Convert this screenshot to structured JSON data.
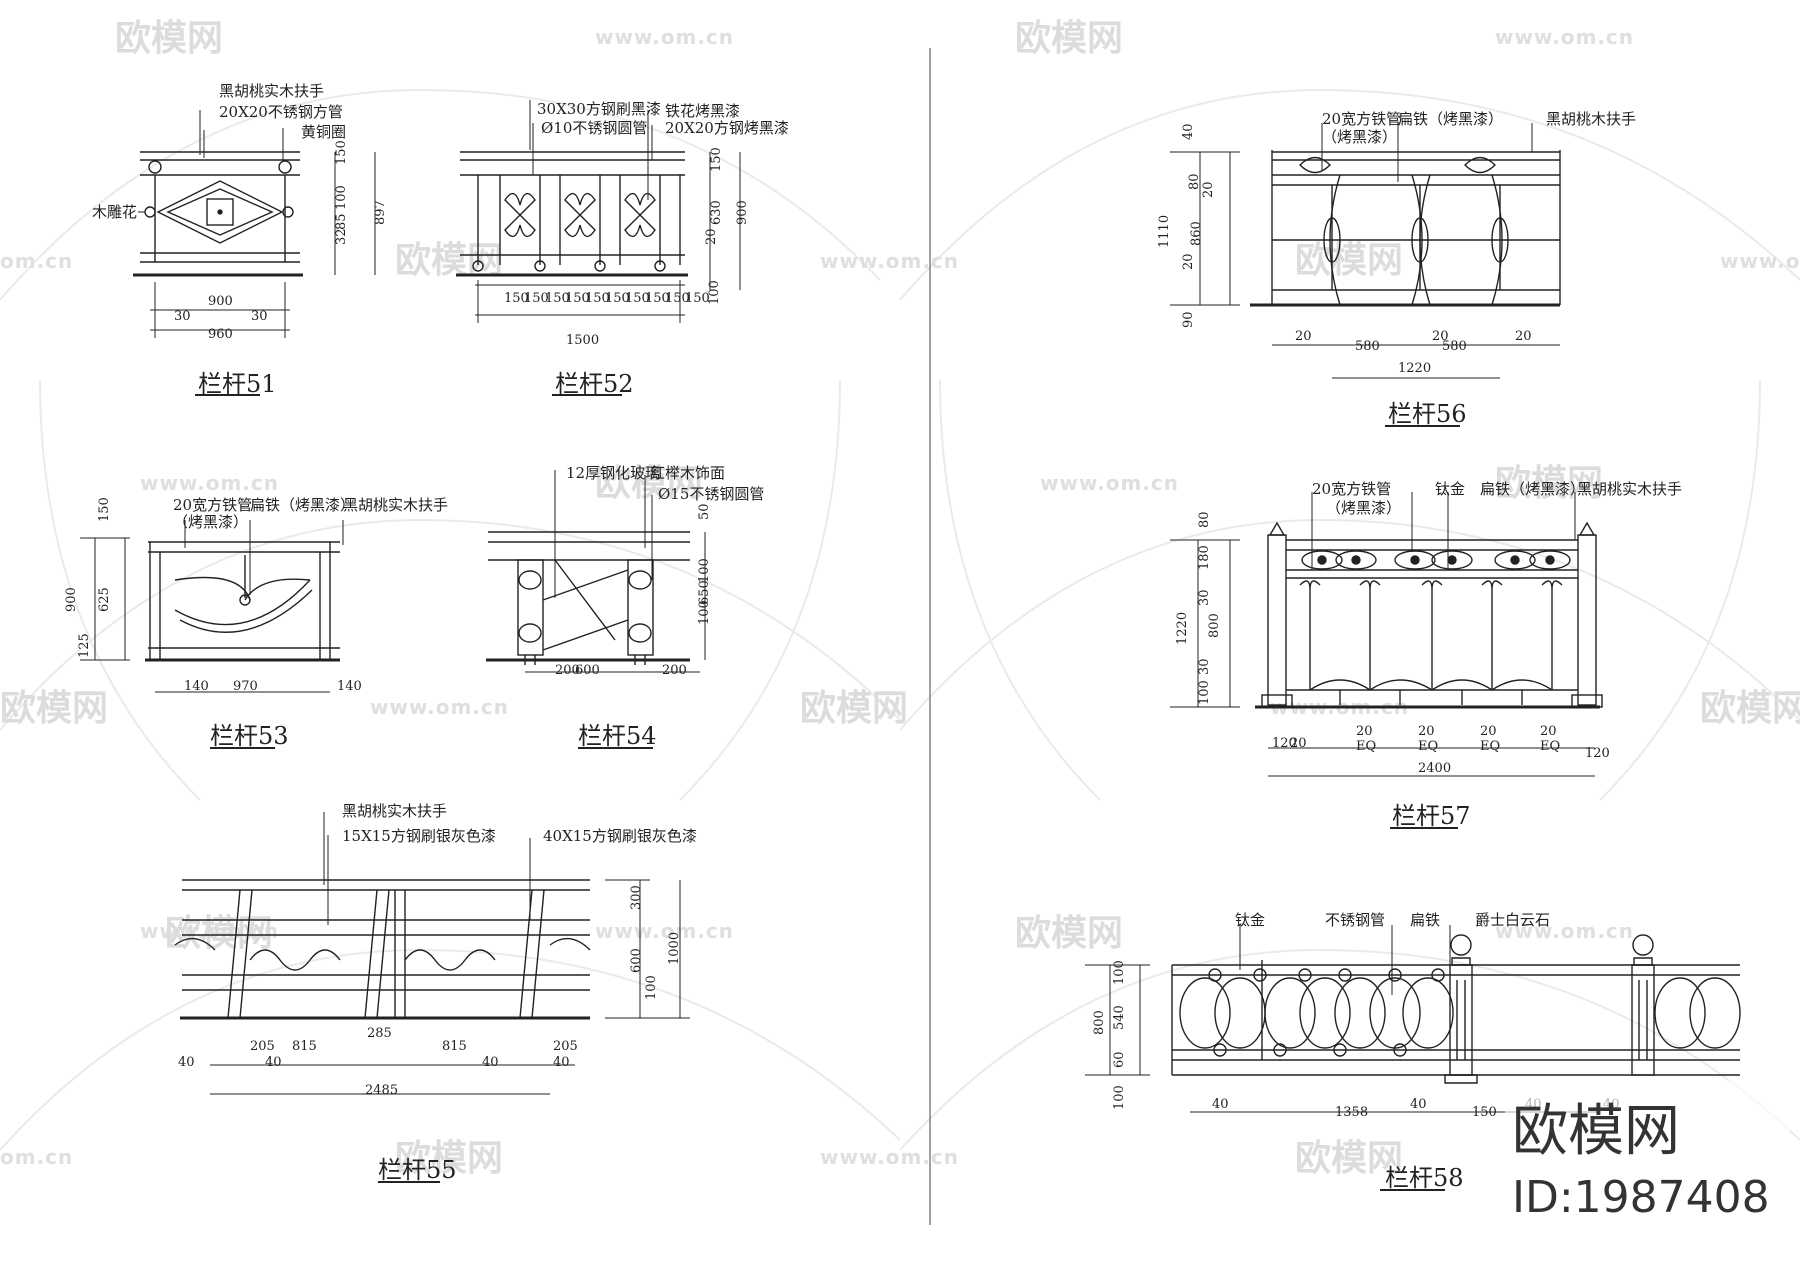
{
  "watermark": {
    "brand": "欧模网",
    "url": "www.om.cn",
    "url_short": "om.cn"
  },
  "corner_brand": {
    "name": "欧模网",
    "id": "ID:1987408"
  },
  "drawings": [
    {
      "title": "栏杆51",
      "labels": [
        "黑胡桃实木扶手",
        "20X20不锈钢方管",
        "黄铜圈",
        "木雕花"
      ],
      "dims": [
        "900",
        "30",
        "30",
        "960",
        "150",
        "100",
        "85",
        "32",
        "897"
      ]
    },
    {
      "title": "栏杆52",
      "labels": [
        "30X30方钢刷黑漆",
        "铁花烤黑漆",
        "Ø10不锈钢圆管",
        "20X20方钢烤黑漆"
      ],
      "dims": [
        "150",
        "150",
        "150",
        "150",
        "150",
        "150",
        "150",
        "150",
        "150",
        "150",
        "1500",
        "150",
        "630",
        "20",
        "100",
        "900"
      ]
    },
    {
      "title": "栏杆53",
      "labels": [
        "20宽方铁管",
        "扁铁（烤黑漆）",
        "黑胡桃实木扶手",
        "（烤黑漆）"
      ],
      "dims": [
        "150",
        "625",
        "125",
        "900",
        "140",
        "970",
        "140"
      ]
    },
    {
      "title": "栏杆54",
      "labels": [
        "12厚钢化玻璃",
        "红榉木饰面",
        "Ø15不锈钢圆管"
      ],
      "dims": [
        "50",
        "100",
        "100",
        "650",
        "200",
        "600",
        "200"
      ]
    },
    {
      "title": "栏杆55",
      "labels": [
        "黑胡桃实木扶手",
        "15X15方钢刷银灰色漆",
        "40X15方钢刷银灰色漆"
      ],
      "dims": [
        "300",
        "600",
        "100",
        "1000",
        "40",
        "205",
        "815",
        "40",
        "285",
        "815",
        "40",
        "205",
        "40",
        "2485"
      ]
    },
    {
      "title": "栏杆56",
      "labels": [
        "20宽方铁管",
        "扁铁（烤黑漆）",
        "（烤黑漆）",
        "黑胡桃木扶手"
      ],
      "dims": [
        "40",
        "80",
        "20",
        "860",
        "20",
        "90",
        "1110",
        "20",
        "580",
        "20",
        "580",
        "20",
        "1220"
      ]
    },
    {
      "title": "栏杆57",
      "labels": [
        "20宽方铁管",
        "（烤黑漆）",
        "钛金",
        "扁铁（烤黑漆）",
        "黑胡桃实木扶手"
      ],
      "dims": [
        "80",
        "180",
        "30",
        "800",
        "30",
        "100",
        "1220",
        "120",
        "20",
        "20",
        "EQ",
        "20",
        "EQ",
        "20",
        "EQ",
        "20",
        "EQ",
        "120",
        "2400"
      ]
    },
    {
      "title": "栏杆58",
      "labels": [
        "钛金",
        "不锈钢管",
        "扁铁",
        "爵士白云石"
      ],
      "dims": [
        "100",
        "540",
        "60",
        "800",
        "100",
        "40",
        "1358",
        "40",
        "150",
        "40",
        "40"
      ]
    }
  ]
}
